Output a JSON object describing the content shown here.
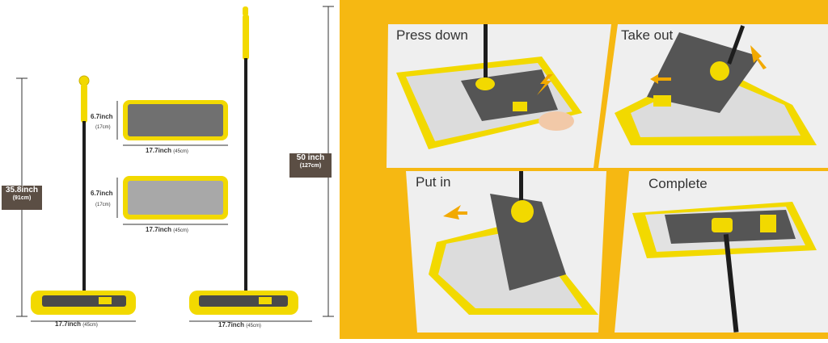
{
  "left": {
    "short_mop": {
      "height_main": "35.8inch",
      "height_sub": "(91cm)",
      "width_main": "17.7inch",
      "width_sub": "(45cm)"
    },
    "tall_mop": {
      "height_main": "50 inch",
      "height_sub": "(127cm)",
      "width_main": "17.7inch",
      "width_sub": "(45cm)"
    },
    "pad_top": {
      "h_main": "6.7inch",
      "h_sub": "(17cm)",
      "w_main": "17.7inch",
      "w_sub": "(45cm)"
    },
    "pad_bottom": {
      "h_main": "6.7inch",
      "h_sub": "(17cm)",
      "w_main": "17.7inch",
      "w_sub": "(45cm)"
    }
  },
  "steps": [
    {
      "label": "Press down"
    },
    {
      "label": "Take out"
    },
    {
      "label": "Put in"
    },
    {
      "label": "Complete"
    }
  ],
  "colors": {
    "accent": "#f6b812",
    "mop_yellow": "#f2d900",
    "tag_brown": "#5b4e44",
    "pad_gray": "#6f6f6f"
  }
}
